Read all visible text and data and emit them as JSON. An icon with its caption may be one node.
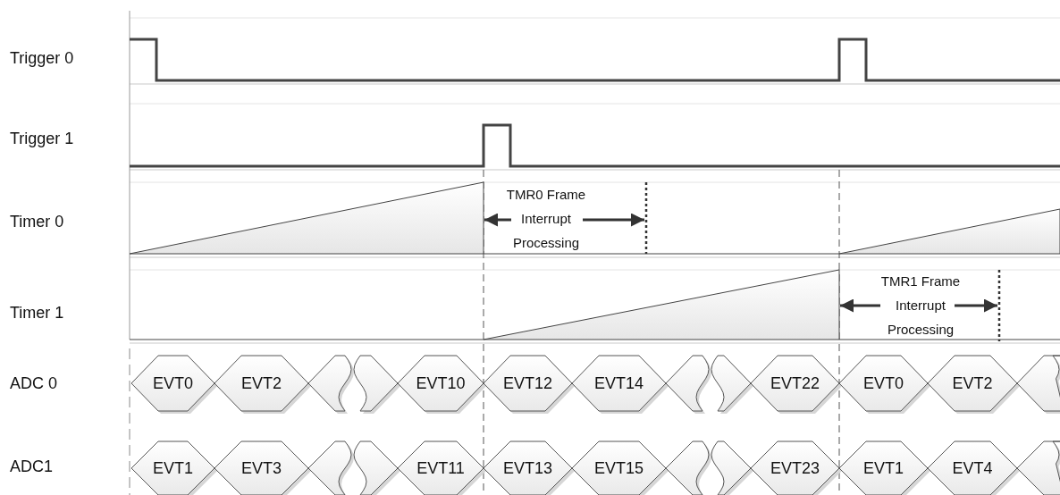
{
  "diagram": {
    "nodes": [
      {
        "text": [
          "EVT0"
        ]
      },
      {
        "text": [
          "EVT2"
        ]
      },
      {
        "text": [],
        "shape": "hexagon"
      },
      {
        "text": [],
        "shape": "hexagon"
      },
      {
        "text": [
          "EVT10"
        ]
      },
      {
        "text": [
          "EVT12"
        ]
      },
      {
        "text": [
          "EVT14"
        ]
      },
      {
        "text": [],
        "shape": "hexagon"
      },
      {
        "text": [],
        "shape": "hexagon"
      },
      {
        "text": [
          "EVT22"
        ]
      },
      {
        "text": [
          "EVT0"
        ]
      },
      {
        "text": [
          "EVT2"
        ]
      },
      {
        "text": [],
        "shape": "hexagon"
      },
      {
        "text": [
          "EVT1"
        ]
      },
      {
        "text": [
          "EVT3"
        ]
      },
      {
        "text": [],
        "shape": "hexagon"
      },
      {
        "text": [],
        "shape": "hexagon"
      },
      {
        "text": [
          "EVT11"
        ]
      },
      {
        "text": [
          "EVT13"
        ]
      },
      {
        "text": [
          "EVT15"
        ]
      },
      {
        "text": [],
        "shape": "hexagon"
      },
      {
        "text": [],
        "shape": "hexagon"
      },
      {
        "text": [
          "EVT23"
        ]
      },
      {
        "text": [
          "EVT1"
        ]
      },
      {
        "text": [
          "EVT4"
        ]
      },
      {
        "text": [],
        "shape": "hexagon"
      }
    ],
    "edges": [],
    "labels": [
      "Trigger 0",
      "Trigger 1",
      "TMR0 Frame Interrupt Processing",
      "Timer 0",
      "TMR1 Frame Interrupt Processing",
      "Timer 1",
      "ADC 0",
      "ADC1"
    ]
  }
}
